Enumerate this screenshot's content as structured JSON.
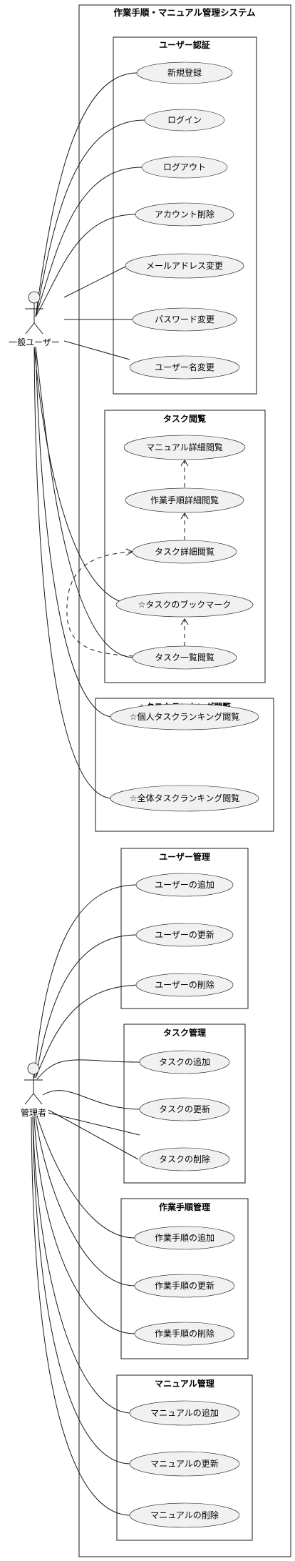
{
  "system": {
    "title": "作業手順・マニュアル管理システム"
  },
  "actors": {
    "general_user": "一般ユーザー",
    "admin": "管理者"
  },
  "packages": {
    "auth": {
      "title": "ユーザー認証",
      "items": [
        "新規登録",
        "ログイン",
        "ログアウト",
        "アカウント削除",
        "メールアドレス変更",
        "パスワード変更",
        "ユーザー名変更"
      ]
    },
    "task_view": {
      "title": "タスク閲覧",
      "items": [
        "マニュアル詳細閲覧",
        "作業手順詳細閲覧",
        "タスク詳細閲覧",
        "☆タスクのブックマーク",
        "タスク一覧閲覧"
      ]
    },
    "ranking": {
      "title": "☆タスクランキング閲覧",
      "items": [
        "☆個人タスクランキング閲覧",
        "☆全体タスクランキング閲覧"
      ]
    },
    "user_mgmt": {
      "title": "ユーザー管理",
      "items": [
        "ユーザーの追加",
        "ユーザーの更新",
        "ユーザーの削除"
      ]
    },
    "task_mgmt": {
      "title": "タスク管理",
      "items": [
        "タスクの追加",
        "タスクの更新",
        "タスクの削除"
      ]
    },
    "procedure_mgmt": {
      "title": "作業手順管理",
      "items": [
        "作業手順の追加",
        "作業手順の更新",
        "作業手順の削除"
      ]
    },
    "manual_mgmt": {
      "title": "マニュアル管理",
      "items": [
        "マニュアルの追加",
        "マニュアルの更新",
        "マニュアルの削除"
      ]
    }
  }
}
